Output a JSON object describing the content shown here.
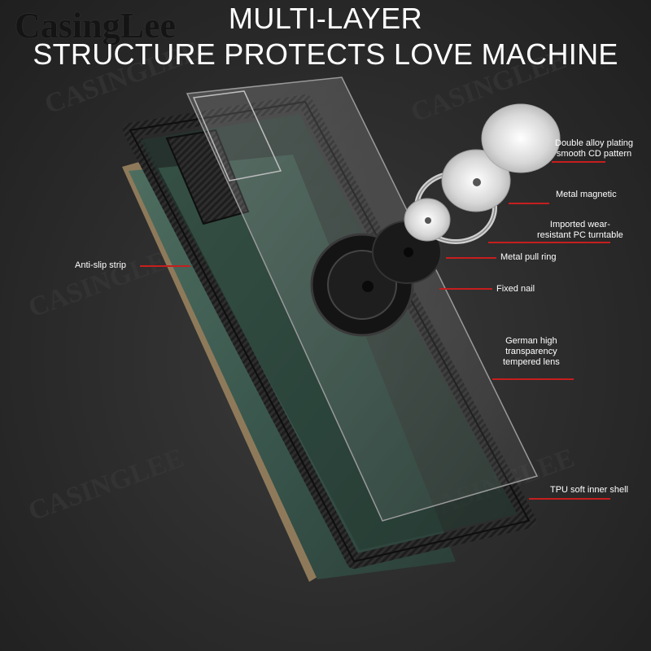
{
  "brand": {
    "logo_text": "CasingLee"
  },
  "headline": {
    "line1": "MULTI-LAYER",
    "line2": "STRUCTURE PROTECTS LOVE MACHINE"
  },
  "callouts": {
    "anti_slip": "Anti-slip strip",
    "cd_pattern": {
      "line1": "Double alloy plating",
      "line2": "smooth CD pattern"
    },
    "metal_magnetic": "Metal magnetic",
    "pc_turntable": {
      "line1": "Imported wear-",
      "line2": "resistant PC turntable"
    },
    "pull_ring": "Metal pull ring",
    "fixed_nail": "Fixed nail",
    "tempered_lens": {
      "line1": "German high",
      "line2": "transparency",
      "line3": "tempered lens"
    },
    "tpu_shell": "TPU soft inner shell"
  },
  "colors": {
    "leader_line": "#c61e1e",
    "text": "#ffffff",
    "phone_body": "#3d5a4e",
    "frame": "#1c1c1c"
  }
}
